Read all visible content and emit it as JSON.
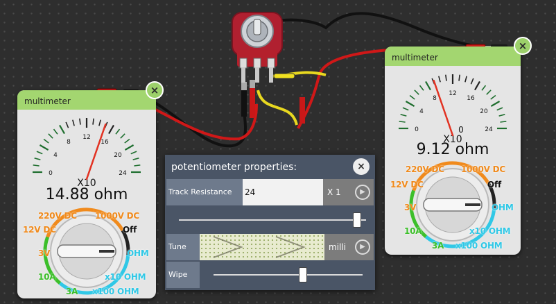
{
  "colors": {
    "meter_header": "#a3d670",
    "dial_green": "#3cbf2a",
    "dial_orange": "#f08a1c",
    "dial_cyan": "#30c8e6",
    "needle": "#e23222",
    "panel_bg": "#4a5566",
    "probe_red": "#e0201c"
  },
  "left_meter": {
    "title": "multimeter",
    "scale_labels": [
      "0",
      "4",
      "8",
      "12",
      "16",
      "20",
      "24"
    ],
    "multiplier": "X10",
    "reading": "14.88 ohm",
    "ranges": {
      "v220": "220V DC",
      "v1000": "1000V DC",
      "v12": "12V DC",
      "off": "Off",
      "v3": "3V",
      "ohm": "OHM",
      "a10": "10A",
      "ohm10": "x10 OHM",
      "a3": "3A",
      "ohm100": "x100 OHM"
    },
    "close_icon": "×"
  },
  "right_meter": {
    "title": "multimeter",
    "scale_labels": [
      "0",
      "4",
      "8",
      "12",
      "16",
      "20",
      "24"
    ],
    "multiplier": "X10",
    "multiplier_top": "0",
    "reading": "9.12 ohm",
    "ranges": {
      "v220": "220V DC",
      "v1000": "1000V DC",
      "v12": "12V DC",
      "off": "Off",
      "v3": "3V",
      "ohm": "OHM",
      "a10": "10A",
      "ohm10": "x10 OHM",
      "a3": "3A",
      "ohm100": "x100 OHM"
    },
    "close_icon": "×"
  },
  "panel": {
    "title": "potentiometer properties:",
    "close_icon": "×",
    "track_resistance": {
      "label": "Track Resistance",
      "value": "24",
      "unit": "X 1",
      "play_icon": "▶",
      "slider_level": 0.95
    },
    "tune": {
      "label": "Tune",
      "unit": "milli",
      "play_icon": "▶"
    },
    "wipe": {
      "label": "Wipe",
      "slider_level": 0.6
    }
  }
}
